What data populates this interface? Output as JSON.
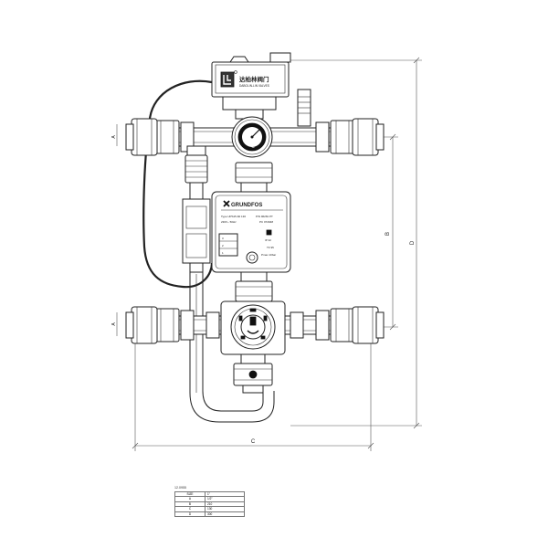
{
  "valve_logo": {
    "brand_cn": "达柏林阀门",
    "brand_en": "DABOLIN-LIN VALVES"
  },
  "thermometer": {
    "unit": "°C"
  },
  "pump": {
    "brand": "GRUNDFOS",
    "type_line": "Type UPS15-60 130",
    "pn_line": "P/N 96281 PT",
    "voltage_line": "230V~ 50Hz",
    "class_line": "PC 072948",
    "speed_rows": [
      "3",
      "2",
      "1"
    ],
    "ip_line": "IP 42",
    "tf_line": "TF 95",
    "pmax_line": "Pmax 10bar"
  },
  "dimension_labels": {
    "a_left_top": "A",
    "a_left_bottom": "A",
    "b": "B",
    "c": "C",
    "d": "D"
  },
  "spec_table": {
    "caption": "12.0955",
    "rows": [
      {
        "key": "SIZE",
        "value": "1\""
      },
      {
        "key": "A",
        "value": "1/2\""
      },
      {
        "key": "B",
        "value": "210"
      },
      {
        "key": "C",
        "value": "130"
      },
      {
        "key": "D",
        "value": "300"
      }
    ]
  }
}
